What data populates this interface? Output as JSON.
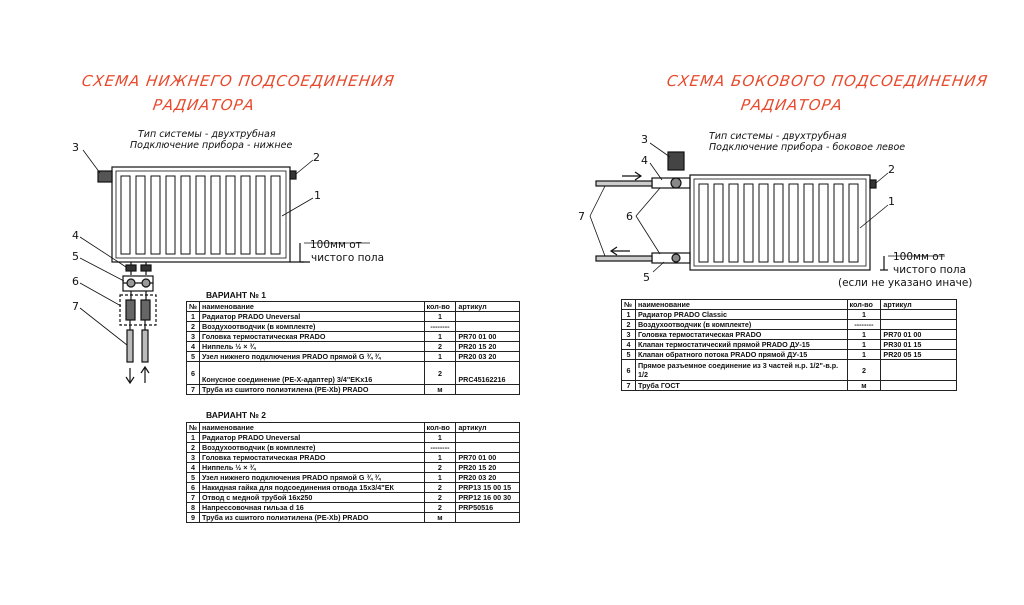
{
  "left": {
    "title_line1": "СХЕМА НИЖНЕГО ПОДСОЕДИНЕНИЯ",
    "title_line2": "РАДИАТОРА",
    "system_type": "Тип системы - двухтрубная",
    "connection": "Подключение прибора - нижнее",
    "floor_mark_1": "100мм от",
    "floor_mark_2": "чистого пола",
    "callouts": [
      "1",
      "2",
      "3",
      "4",
      "5",
      "6",
      "7"
    ],
    "variant1": {
      "label": "ВАРИАНТ № 1",
      "headers": [
        "№",
        "наименование",
        "кол-во",
        "артикул"
      ],
      "rows": [
        [
          "1",
          "Радиатор PRADO Uneversal",
          "1",
          ""
        ],
        [
          "2",
          "Воздухоотводчик (в комплекте)",
          "--------",
          ""
        ],
        [
          "3",
          "Головка термостатическая PRADO",
          "1",
          "PR70 01 00"
        ],
        [
          "4",
          "Ниппель ½ × ¾",
          "2",
          "PR20 15 20"
        ],
        [
          "5",
          "Узел нижнего подключения PRADO прямой G ¾ ¾",
          "1",
          "PR20 03 20"
        ],
        [
          "6",
          "Конусное соединение (PE-X-адаптер) 3/4\"EKx16",
          "2",
          "PRC45162216"
        ],
        [
          "7",
          "Труба из сшитого полиэтилена (PE-Xb) PRADO",
          "м",
          ""
        ]
      ]
    },
    "variant2": {
      "label": "ВАРИАНТ № 2",
      "headers": [
        "№",
        "наименование",
        "кол-во",
        "артикул"
      ],
      "rows": [
        [
          "1",
          "Радиатор PRADO Uneversal",
          "1",
          ""
        ],
        [
          "2",
          "Воздухоотводчик (в комплекте)",
          "--------",
          ""
        ],
        [
          "3",
          "Головка термостатическая PRADO",
          "1",
          "PR70 01 00"
        ],
        [
          "4",
          "Ниппель ½ × ¾",
          "2",
          "PR20 15 20"
        ],
        [
          "5",
          "Узел нижнего подключения PRADO прямой G ¾ ¾",
          "1",
          "PR20 03 20"
        ],
        [
          "6",
          "Накидная гайка для подсоединения отвода 15x3/4\"ЕК",
          "2",
          "PRP13 15 00 15"
        ],
        [
          "7",
          "Отвод с медной трубой 16x250",
          "2",
          "PRP12 16 00 30"
        ],
        [
          "8",
          "Напрессовочная гильза d 16",
          "2",
          "PRP50516"
        ],
        [
          "9",
          "Труба из сшитого полиэтилена (PE-Xb) PRADO",
          "м",
          ""
        ]
      ]
    }
  },
  "right": {
    "title_line1": "СХЕМА БОКОВОГО ПОДСОЕДИНЕНИЯ",
    "title_line2": "РАДИАТОРА",
    "system_type": "Тип системы - двухтрубная",
    "connection": "Подключение прибора - боковое левое",
    "floor_mark_1": "100мм от",
    "floor_mark_2": "чистого пола",
    "floor_mark_3": "(если не указано иначе)",
    "callouts": [
      "1",
      "2",
      "3",
      "4",
      "5",
      "6",
      "7"
    ],
    "table": {
      "headers": [
        "№",
        "наименование",
        "кол-во",
        "артикул"
      ],
      "rows": [
        [
          "1",
          "Радиатор PRADO Classic",
          "1",
          ""
        ],
        [
          "2",
          "Воздухоотводчик (в комплекте)",
          "--------",
          ""
        ],
        [
          "3",
          "Головка термостатическая PRADO",
          "1",
          "PR70 01 00"
        ],
        [
          "4",
          "Клапан термостатический прямой PRADO ДУ-15",
          "1",
          "PR30 01 15"
        ],
        [
          "5",
          "Клапан обратного потока PRADO прямой ДУ-15",
          "1",
          "PR20 05 15"
        ],
        [
          "6",
          "Прямое разъемное соединение из 3 частей н.р. 1/2\"-в.р. 1/2",
          "2",
          ""
        ],
        [
          "7",
          "Труба ГОСТ",
          "м",
          ""
        ]
      ]
    }
  }
}
